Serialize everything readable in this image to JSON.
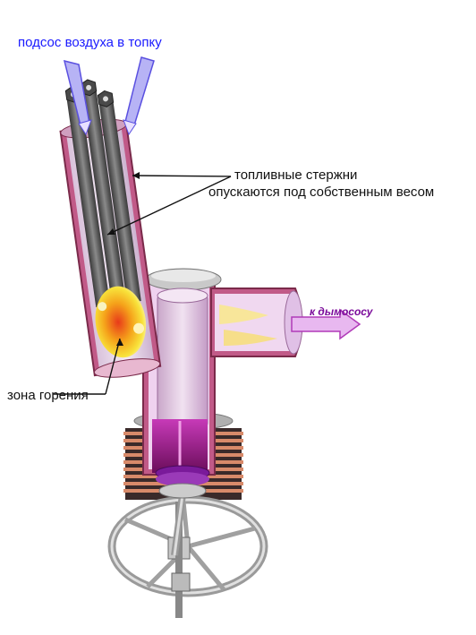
{
  "labels": {
    "air_intake": "подсос воздуха в топку",
    "fuel_rods_line1": "топливные стержни",
    "fuel_rods_line2": "опускаются под собственным весом",
    "combustion_zone": "зона горения",
    "to_exhauster": "к дымососу"
  },
  "colors": {
    "air_arrow": "#b7b3f5",
    "label_blue": "#1a1aff",
    "exhaust_arrow": "#e8b8f0",
    "exhaust_text": "#7a0a9a",
    "casing": "#b5426b",
    "inner_chamber": "#e7c9e8",
    "piston": "#7a1a7a",
    "flame": "#f5d23a",
    "fuel_rod": "#555555",
    "flywheel": "#b8b8b8"
  },
  "icons": [
    "hexagonal-rod-icon",
    "flame-icon",
    "flywheel-icon"
  ]
}
